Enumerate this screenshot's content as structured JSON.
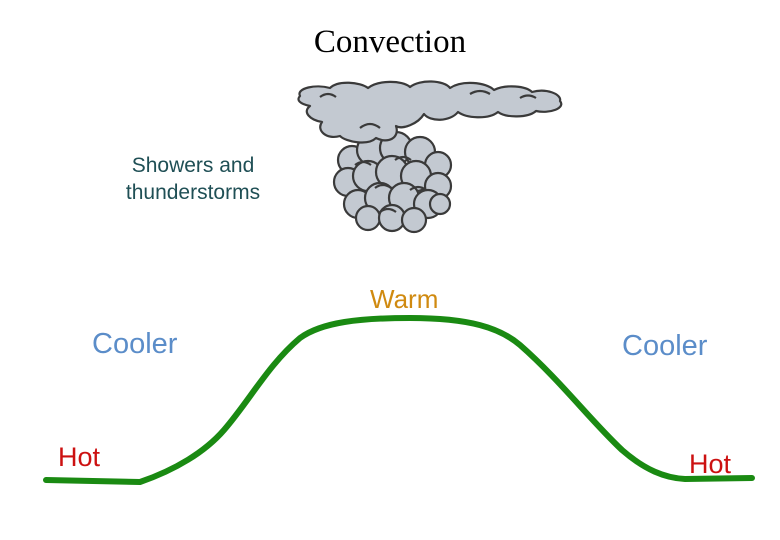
{
  "title": "Convection",
  "labels": {
    "showers": "Showers and thunderstorms",
    "warm": "Warm",
    "cooler_left": "Cooler",
    "cooler_right": "Cooler",
    "hot_left": "Hot",
    "hot_right": "Hot"
  },
  "colors": {
    "terrain": "#1a8a12",
    "cloud_fill": "#c3c9d1",
    "cloud_outline": "#3a3a3a",
    "warm": "#d08a10",
    "cooler": "#5b8dc9",
    "hot": "#cc1111",
    "showers": "#1f4f55"
  },
  "icons": {
    "cloud": "thunderstorm-cloud-icon"
  }
}
